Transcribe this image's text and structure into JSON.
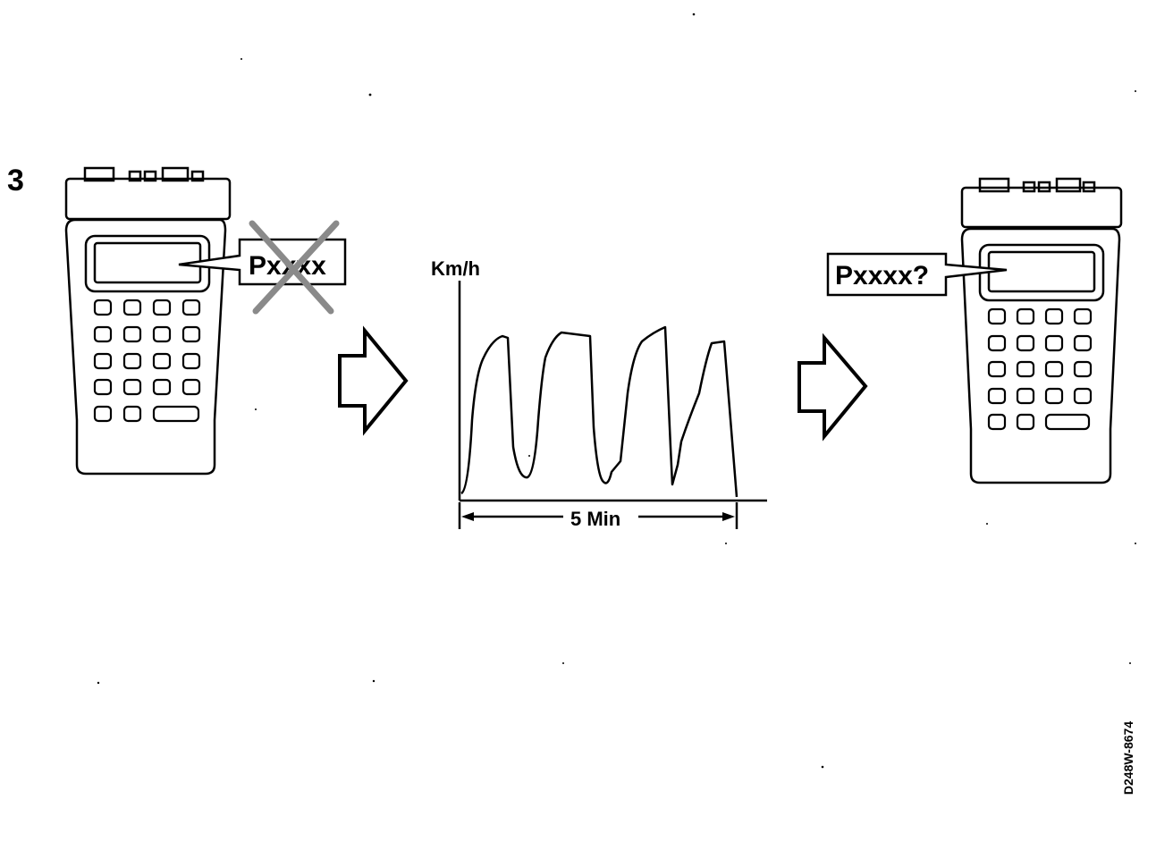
{
  "step_number": "3",
  "left_device": {
    "display_code": "Pxxxx",
    "status": "crossed-out"
  },
  "right_device": {
    "display_code": "Pxxxx?"
  },
  "speed_chart": {
    "ylabel": "Km/h",
    "duration_label": "5 Min"
  },
  "figure_id": "D248W-8674",
  "icons": [
    "diagnostic-tester-icon",
    "right-arrow-icon",
    "cross-icon"
  ],
  "colors": {
    "line": "#000000",
    "cross": "#808080",
    "background": "#ffffff"
  }
}
